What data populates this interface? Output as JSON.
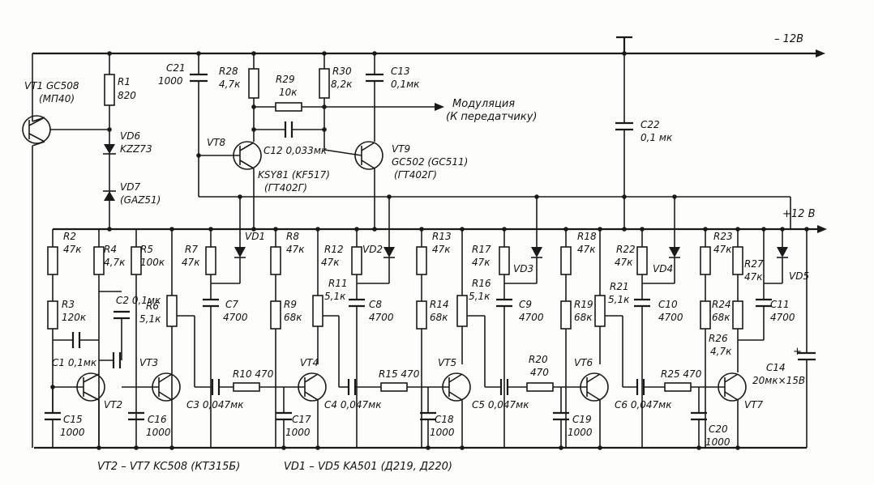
{
  "rails": {
    "minus": "– 12В",
    "plus": "+12 В"
  },
  "labels": {
    "vt1": "VT1 GC508",
    "vt1_alt": "(МП40)",
    "r1": "R1",
    "r1_val": "820",
    "vd6": "VD6",
    "vd6_val": "KZZ73",
    "vd7": "VD7",
    "vd7_val": "(GAZ51)",
    "c21": "C21",
    "c21_val": "1000",
    "r28": "R28",
    "r28_val": "4,7к",
    "r29": "R29",
    "r29_val": "10к",
    "r30": "R30",
    "r30_val": "8,2к",
    "c13": "C13",
    "c13_val": "0,1мк",
    "modulation": "Модуляция",
    "modulation_sub": "(К передатчику)",
    "vt8": "VT8",
    "c12": "C12 0,033мк",
    "vt8_type": "KSY81 (KF517)",
    "vt8_alt": "(ГТ402Г)",
    "vt9": "VT9",
    "vt9_type": "GC502 (GC511)",
    "vt9_alt": "(ГТ402Г)",
    "c22": "C22",
    "c22_val": "0,1 мк",
    "r2": "R2",
    "r2_val": "47к",
    "r3": "R3",
    "r3_val": "120к",
    "r4": "R4",
    "r4_val": "4,7к",
    "r5": "R5",
    "r5_val": "100к",
    "c2": "C2 0,1мк",
    "r6": "R6",
    "r6_val": "5,1к",
    "r7": "R7",
    "r7_val": "47к",
    "c7": "C7",
    "c7_val": "4700",
    "vd1": "VD1",
    "r8": "R8",
    "r8_val": "47к",
    "r9": "R9",
    "r9_val": "68к",
    "r12": "R12",
    "r12_val": "47к",
    "vd2": "VD2",
    "r11": "R11",
    "r11_val": "5,1к",
    "c8": "C8",
    "c8_val": "4700",
    "r13": "R13",
    "r13_val": "47к",
    "r14": "R14",
    "r14_val": "68к",
    "r17": "R17",
    "r17_val": "47к",
    "vd3": "VD3",
    "r16": "R16",
    "r16_val": "5,1к",
    "c9": "C9",
    "c9_val": "4700",
    "r18": "R18",
    "r18_val": "47к",
    "r19": "R19",
    "r19_val": "68к",
    "r22": "R22",
    "r22_val": "47к",
    "vd4": "VD4",
    "r21": "R21",
    "r21_val": "5,1к",
    "c10": "C10",
    "c10_val": "4700",
    "r23": "R23",
    "r23_val": "47к",
    "r24": "R24",
    "r24_val": "68к",
    "r27": "R27",
    "r27_val": "47к",
    "vd5": "VD5",
    "c11": "C11",
    "c11_val": "4700",
    "r26": "R26",
    "r26_val": "4,7к",
    "c14": "C14",
    "c14_val": "20мк×15В",
    "c14_plus": "+",
    "c1": "C1 0,1мк",
    "vt2": "VT2",
    "vt3": "VT3",
    "c3": "C3 0,047мк",
    "r10": "R10 470",
    "vt4": "VT4",
    "c4": "C4 0,047мк",
    "r15": "R15 470",
    "vt5": "VT5",
    "c5": "C5 0,047мк",
    "r20": "R20",
    "r20_val": "470",
    "vt6": "VT6",
    "c6": "C6 0,047мк",
    "r25": "R25 470",
    "vt7": "VT7",
    "c15": "C15",
    "c15_val": "1000",
    "c16": "C16",
    "c16_val": "1000",
    "c17": "C17",
    "c17_val": "1000",
    "c18": "C18",
    "c18_val": "1000",
    "c19": "C19",
    "c19_val": "1000",
    "c20": "C20",
    "c20_val": "1000"
  },
  "captions": {
    "transistors": "VT2 – VT7  KC508 (КТ315Б)",
    "diodes": "VD1 – VD5   KA501 (Д219, Д220)"
  }
}
